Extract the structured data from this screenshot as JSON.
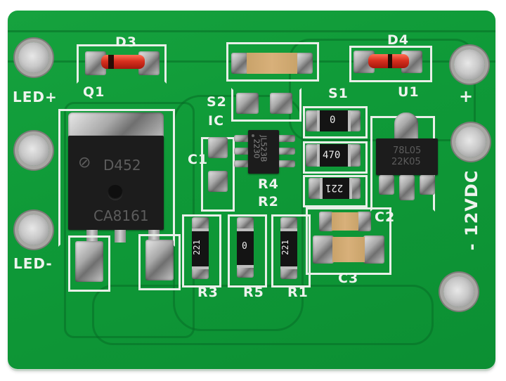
{
  "scene": {
    "description": "Photo of a small green PCB LED driver module (12VDC input)",
    "colors": {
      "board_green": "#12a03c",
      "silkscreen": "#eef3ee",
      "background": "#ffffff",
      "component_black": "#141414",
      "ceramic_cap": "#d2ab74",
      "diode_red": "#d8301f"
    }
  },
  "silkscreen": {
    "led_plus": "LED+",
    "led_minus": "LED-",
    "plus": "+",
    "voltage": "- 12VDC",
    "designators": {
      "d3": "D3",
      "d4": "D4",
      "q1": "Q1",
      "u1": "U1",
      "s1": "S1",
      "s2": "S2",
      "ic": "IC",
      "c1": "C1",
      "c2": "C2",
      "c3": "C3",
      "r1": "R1",
      "r2": "R2",
      "r3": "R3",
      "r4": "R4",
      "r5": "R5"
    }
  },
  "components": {
    "mosfet": {
      "line1": "D452",
      "line2": "CA8161"
    },
    "ic_chip": {
      "line1": "JL523B",
      "line2": "2230"
    },
    "regulator": {
      "line1": "78L05",
      "line2": "22K05"
    },
    "resistor_s1": "0",
    "resistor_r4": "470",
    "resistor_r2": "221",
    "resistor_r3": "221",
    "resistor_r5": "0",
    "resistor_r1": "221"
  }
}
